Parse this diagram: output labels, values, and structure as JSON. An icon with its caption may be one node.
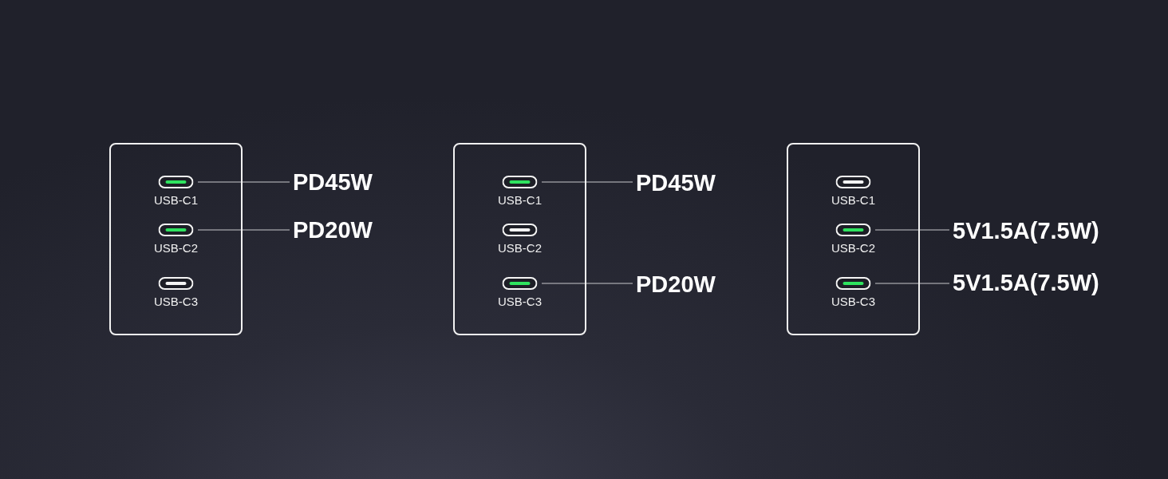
{
  "diagram": {
    "nodes": [
      {
        "text": [],
        "shape": "box"
      },
      {
        "text": [
          "USB-C1"
        ],
        "in": 0
      },
      {
        "text": [
          "USB-C2"
        ],
        "in": 0
      },
      {
        "text": [
          "USB-C3"
        ],
        "in": 0
      },
      {
        "text": [
          "PD45W"
        ]
      },
      {
        "text": [
          "PD20W"
        ]
      },
      {
        "text": [],
        "shape": "box"
      },
      {
        "text": [
          "USB-C1"
        ],
        "in": 6
      },
      {
        "text": [
          "USB-C2"
        ],
        "in": 6
      },
      {
        "text": [
          "USB-C3"
        ],
        "in": 6
      },
      {
        "text": [
          "PD45W"
        ]
      },
      {
        "text": [
          "PD20W"
        ]
      },
      {
        "text": [],
        "shape": "box"
      },
      {
        "text": [
          "USB-C1"
        ],
        "in": 12
      },
      {
        "text": [
          "USB-C2"
        ],
        "in": 12
      },
      {
        "text": [
          "USB-C3"
        ],
        "in": 12
      },
      {
        "text": [
          "5V1.5A(7.5W)"
        ]
      },
      {
        "text": [
          "5V1.5A(7.5W)"
        ]
      }
    ],
    "edges": [
      {
        "from": 1,
        "to": 4,
        "arrow": "none"
      },
      {
        "from": 2,
        "to": 5,
        "arrow": "none"
      },
      {
        "from": 7,
        "to": 10,
        "arrow": "none"
      },
      {
        "from": 9,
        "to": 11,
        "arrow": "none"
      },
      {
        "from": 14,
        "to": 16,
        "arrow": "none"
      },
      {
        "from": 15,
        "to": 17,
        "arrow": "none"
      }
    ]
  }
}
